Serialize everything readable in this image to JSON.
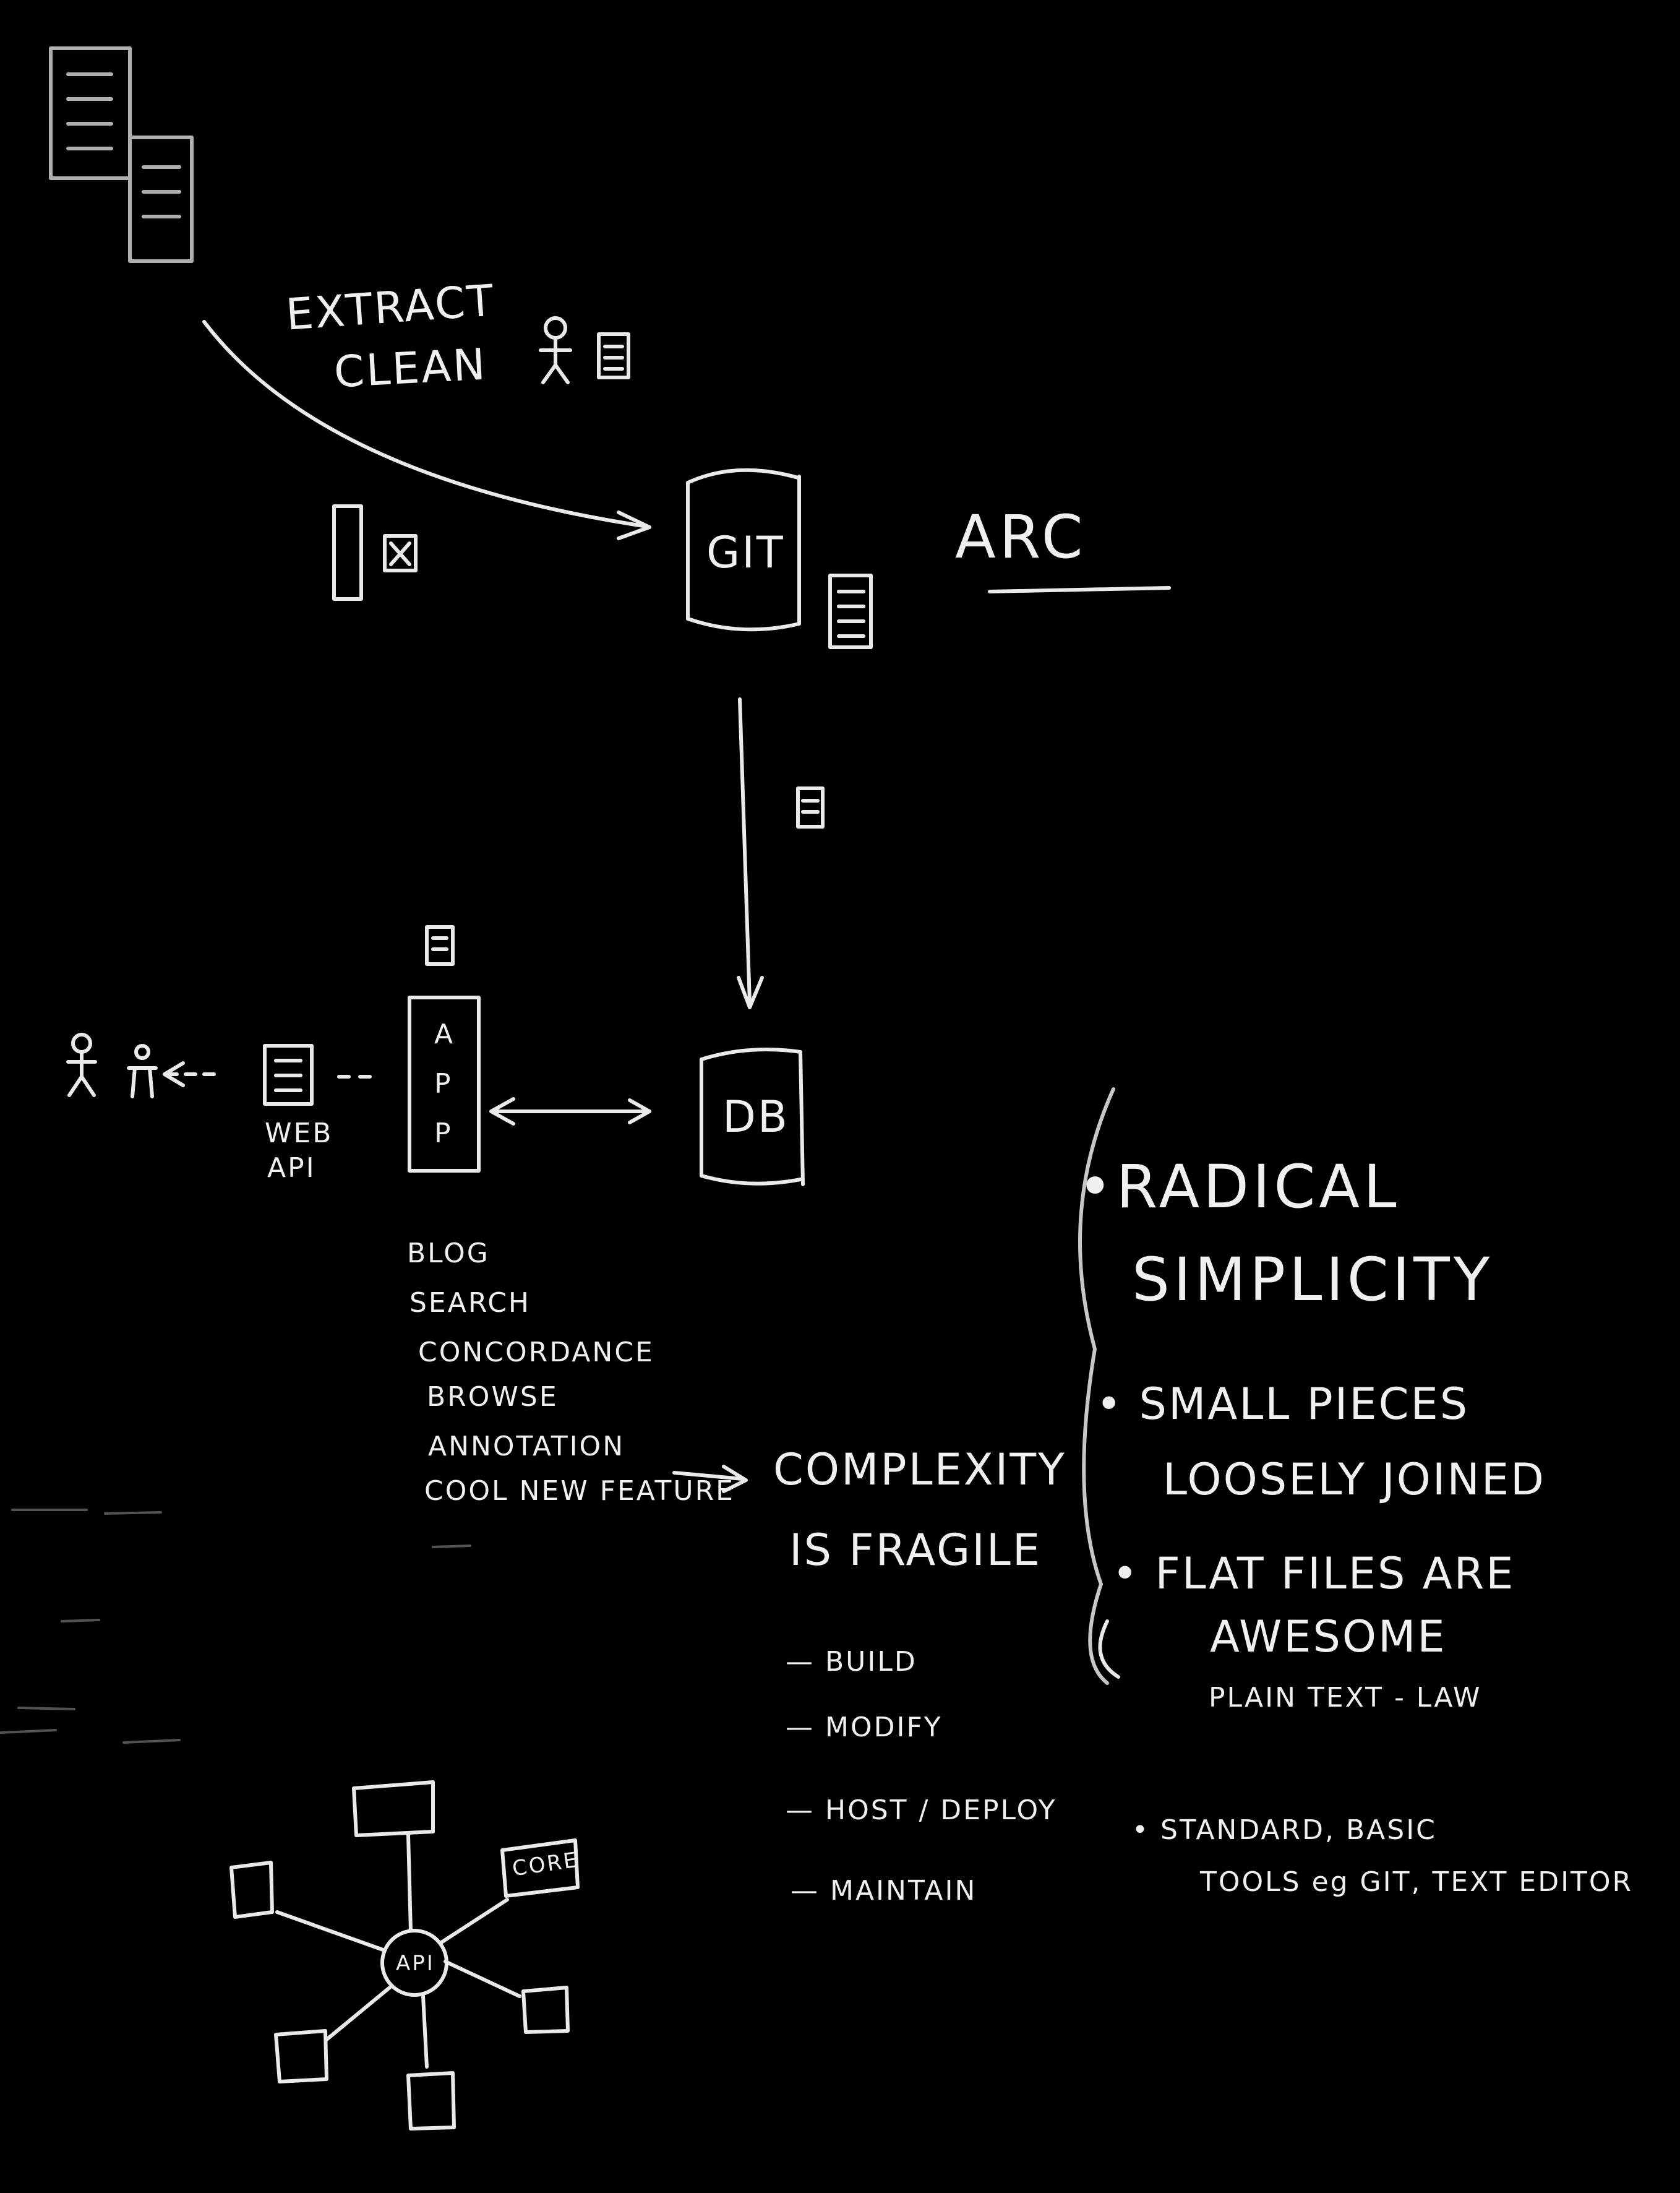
{
  "labels": {
    "extract": "EXTRACT",
    "clean": "CLEAN",
    "git": "GIT",
    "arc": "ARC",
    "db": "DB",
    "app_letters": [
      "A",
      "P",
      "P"
    ],
    "web_api": [
      "WEB",
      "API"
    ],
    "core": "CORE",
    "api_hub": "API"
  },
  "features": [
    "BLOG",
    "SEARCH",
    "CONCORDANCE",
    "BROWSE",
    "ANNOTATION",
    "COOL NEW FEATURE"
  ],
  "complexity": {
    "heading_line1": "COMPLEXITY",
    "heading_line2": "IS FRAGILE",
    "items": [
      "— BUILD",
      "— MODIFY",
      "— HOST / DEPLOY",
      "— MAINTAIN"
    ]
  },
  "principles": {
    "radical": [
      "•RADICAL",
      "SIMPLICITY"
    ],
    "small_pieces": [
      "• SMALL PIECES",
      "LOOSELY JOINED"
    ],
    "flat_files": [
      "• FLAT FILES ARE",
      "AWESOME",
      "PLAIN TEXT - LAW"
    ],
    "standard_tools": [
      "• STANDARD, BASIC",
      "TOOLS  eg GIT, TEXT EDITOR"
    ]
  },
  "colors": {
    "background": "#000000",
    "ink": "#f0f0f0"
  }
}
